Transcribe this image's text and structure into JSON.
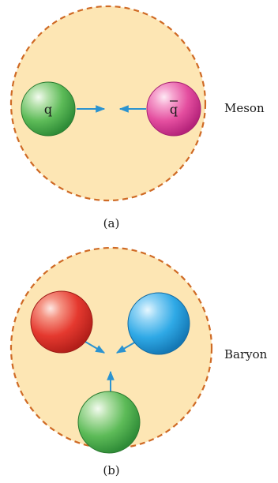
{
  "panels": [
    {
      "id": "a",
      "tag": "(a)",
      "name": "Meson",
      "quarks": [
        {
          "symbol": "q",
          "color": "green"
        },
        {
          "symbol": "q",
          "overline": true,
          "color": "magenta"
        }
      ]
    },
    {
      "id": "b",
      "tag": "(b)",
      "name": "Baryon",
      "quarks": [
        {
          "symbol": "",
          "color": "red"
        },
        {
          "symbol": "",
          "color": "blue"
        },
        {
          "symbol": "",
          "color": "green"
        }
      ]
    }
  ],
  "colors": {
    "region_fill": "#fde6b4",
    "region_border": "#cf6a25",
    "arrow": "#2b93d0",
    "green": "#4fb24d",
    "magenta": "#e0499a",
    "red": "#e5392f",
    "blue": "#2fa9e6"
  }
}
